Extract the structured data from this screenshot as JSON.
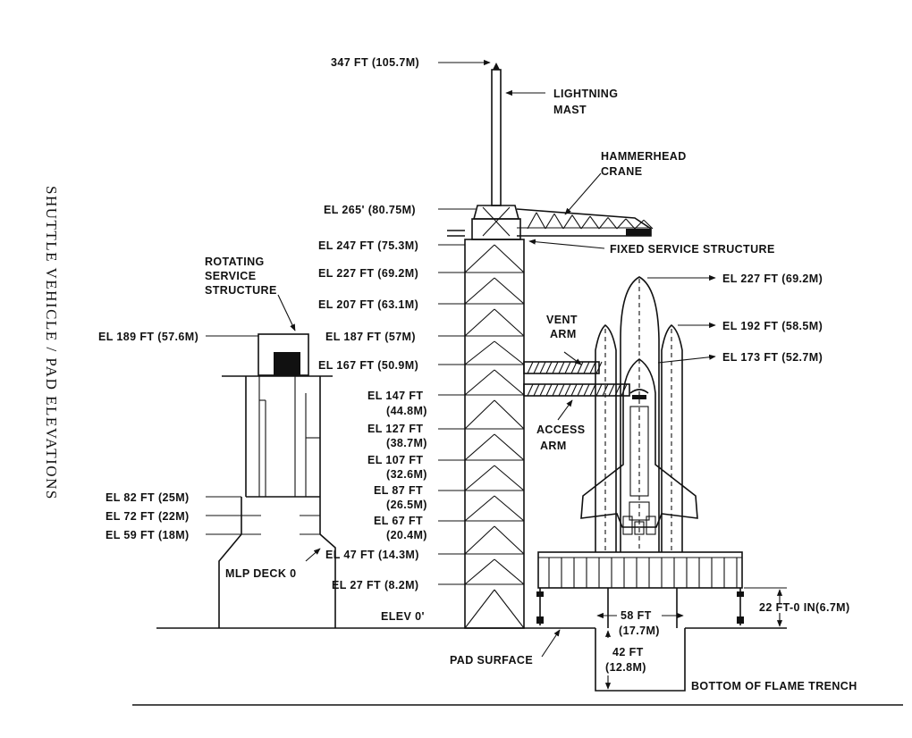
{
  "page_title": "SHUTTLE VEHICLE / PAD ELEVATIONS",
  "labels": {
    "mast_top": "347 FT (105.7M)",
    "lightning_mast_1": "LIGHTNING",
    "lightning_mast_2": "MAST",
    "hammerhead_1": "HAMMERHEAD",
    "hammerhead_2": "CRANE",
    "el_265": "EL 265' (80.75M)",
    "el_247": "EL 247 FT (75.3M)",
    "fixed_service": "FIXED SERVICE STRUCTURE",
    "el_227_fss": "EL 227 FT (69.2M)",
    "el_207": "EL 207 FT (63.1M)",
    "el_187": "EL 187 FT (57M)",
    "el_167": "EL 167 FT (50.9M)",
    "el_147_a": "EL 147 FT",
    "el_147_b": "(44.8M)",
    "el_127_a": "EL 127 FT",
    "el_127_b": "(38.7M)",
    "el_107_a": "EL 107 FT",
    "el_107_b": "(32.6M)",
    "el_87_a": "EL 87 FT",
    "el_87_b": "(26.5M)",
    "el_67_a": "EL 67 FT",
    "el_67_b": "(20.4M)",
    "el_47": "EL 47 FT (14.3M)",
    "el_27": "EL 27 FT (8.2M)",
    "elev_0": "ELEV 0'",
    "rss_1": "ROTATING",
    "rss_2": "SERVICE",
    "rss_3": "STRUCTURE",
    "el_189": "EL 189 FT (57.6M)",
    "el_82": "EL 82 FT (25M)",
    "el_72": "EL 72 FT (22M)",
    "el_59": "EL 59 FT (18M)",
    "mlp_deck": "MLP DECK 0",
    "vent_1": "VENT",
    "vent_2": "ARM",
    "access_1": "ACCESS",
    "access_2": "ARM",
    "vehicle_227": "EL 227 FT (69.2M)",
    "vehicle_192": "EL 192 FT (58.5M)",
    "vehicle_173": "EL 173 FT (52.7M)",
    "mlp_height": "22 FT-0 IN(6.7M)",
    "trench_width_1": "58 FT",
    "trench_width_2": "(17.7M)",
    "trench_depth_1": "42 FT",
    "trench_depth_2": "(12.8M)",
    "pad_surface": "PAD SURFACE",
    "trench_bottom": "BOTTOM OF FLAME TRENCH"
  }
}
